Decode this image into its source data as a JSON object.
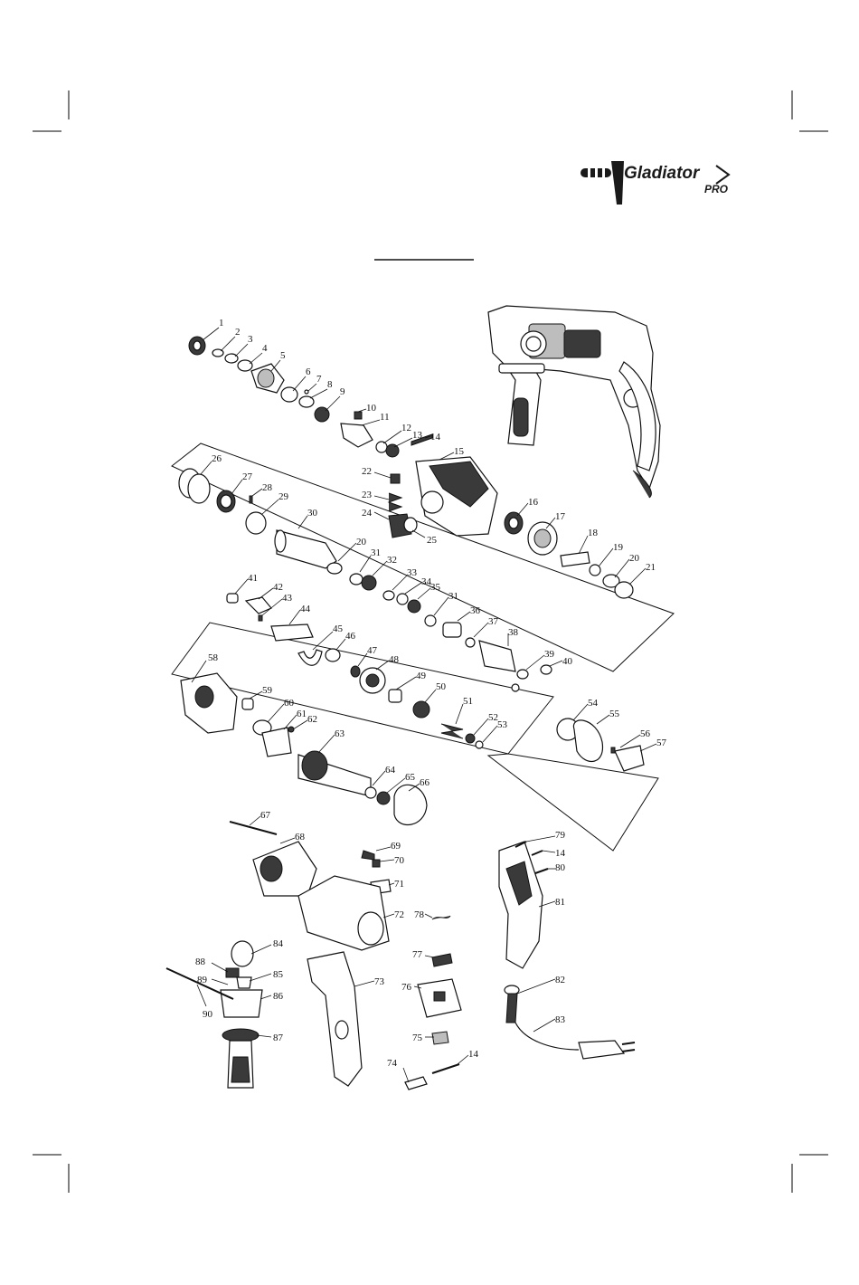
{
  "brand": {
    "name": "Gladiator",
    "sub": "PRO"
  },
  "colors": {
    "ink": "#111111",
    "paper": "#ffffff",
    "logo_dark": "#1a1a1a"
  },
  "labels": [
    "1",
    "2",
    "3",
    "4",
    "5",
    "6",
    "7",
    "8",
    "9",
    "10",
    "11",
    "12",
    "13",
    "14",
    "15",
    "16",
    "17",
    "18",
    "19",
    "20",
    "21",
    "22",
    "23",
    "24",
    "25",
    "26",
    "27",
    "28",
    "29",
    "30",
    "20",
    "31",
    "32",
    "33",
    "34",
    "35",
    "31",
    "36",
    "37",
    "38",
    "39",
    "40",
    "41",
    "42",
    "43",
    "44",
    "45",
    "46",
    "47",
    "48",
    "49",
    "50",
    "51",
    "52",
    "53",
    "54",
    "55",
    "56",
    "57",
    "58",
    "59",
    "60",
    "61",
    "62",
    "63",
    "64",
    "65",
    "66",
    "67",
    "68",
    "69",
    "70",
    "71",
    "72",
    "78",
    "73",
    "76",
    "77",
    "75",
    "74",
    "14",
    "79",
    "14",
    "80",
    "81",
    "82",
    "83",
    "84",
    "85",
    "86",
    "87",
    "88",
    "89",
    "90"
  ]
}
